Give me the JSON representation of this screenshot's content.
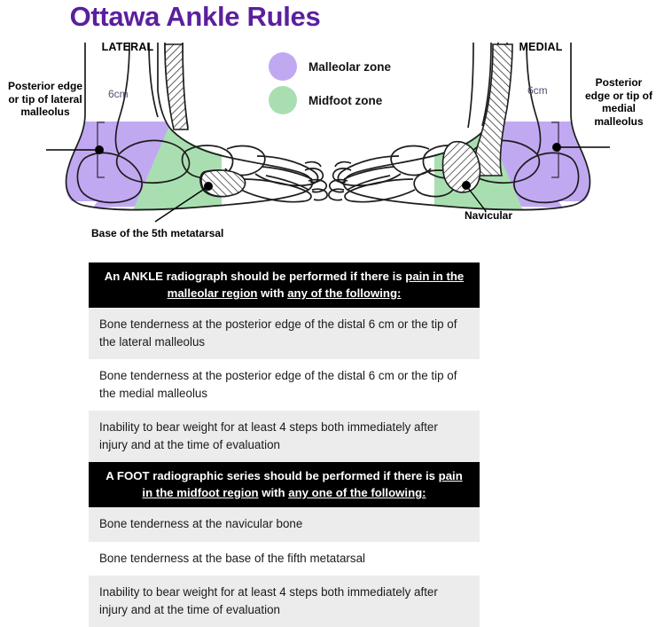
{
  "title": "Ottawa Ankle Rules",
  "legend": {
    "items": [
      {
        "label": "Malleolar zone",
        "color": "#c1a9f2",
        "icon": "circle-swatch-icon"
      },
      {
        "label": "Midfoot zone",
        "color": "#a9dfb0",
        "icon": "circle-swatch-icon"
      }
    ]
  },
  "diagram": {
    "left_view_label": "LATERAL",
    "right_view_label": "MEDIAL",
    "measurement_left": "6cm",
    "measurement_right": "6cm",
    "callouts": {
      "lateral_malleolus": "Posterior edge or tip of lateral malleolus",
      "medial_malleolus": "Posterior edge or tip of medial malleolus",
      "fifth_metatarsal": "Base of the 5th metatarsal",
      "navicular": "Navicular"
    }
  },
  "rules_table": {
    "sections": [
      {
        "header_parts": [
          {
            "text": "An ANKLE radiograph should be performed if there is ",
            "underline": false
          },
          {
            "text": "pain in the malleolar region",
            "underline": true
          },
          {
            "text": " with ",
            "underline": false
          },
          {
            "text": "any of the following:",
            "underline": true
          }
        ],
        "rows": [
          "Bone tenderness at the posterior edge of the distal 6 cm or the tip of the lateral malleolus",
          "Bone tenderness at the posterior edge of the distal 6 cm or the tip of the medial malleolus",
          "Inability to bear weight for at least 4 steps both immediately after injury and at the time of evaluation"
        ]
      },
      {
        "header_parts": [
          {
            "text": "A FOOT radiographic series should be performed if there is ",
            "underline": false
          },
          {
            "text": "pain in the midfoot region",
            "underline": true
          },
          {
            "text": " with ",
            "underline": false
          },
          {
            "text": "any one of the following:",
            "underline": true
          }
        ],
        "rows": [
          "Bone tenderness at the navicular bone",
          "Bone tenderness at the base of the fifth metatarsal",
          "Inability to bear weight for at least 4 steps both immediately after injury and at the time of evaluation"
        ]
      }
    ]
  },
  "colors": {
    "title": "#5b1f9e",
    "malleolar_zone": "#c1a9f2",
    "midfoot_zone": "#a9dfb0",
    "header_bg": "#000000",
    "row_shade": "#ececec"
  }
}
